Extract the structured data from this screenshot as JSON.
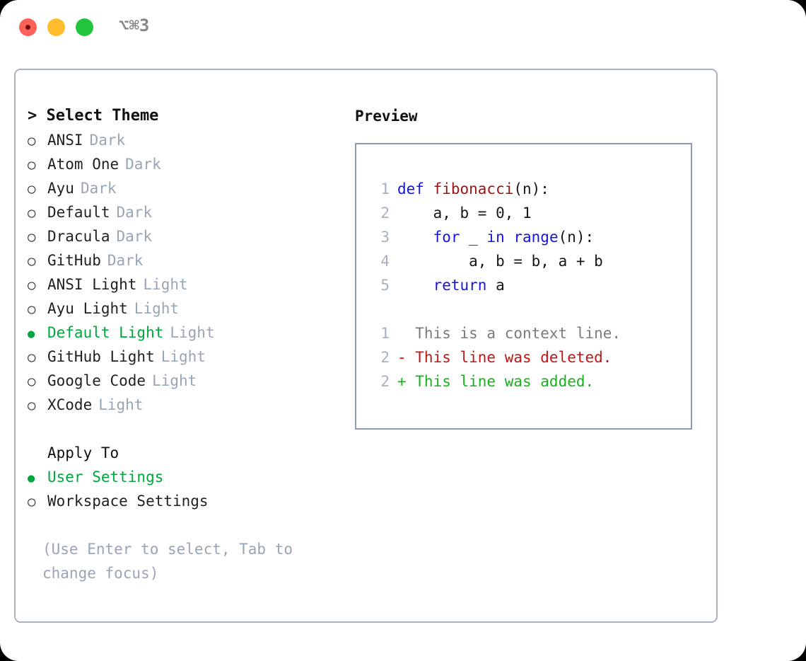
{
  "window": {
    "title": "⌥⌘3",
    "traffic_lights": [
      {
        "name": "close",
        "color": "#ff6159"
      },
      {
        "name": "minimize",
        "color": "#ffbd2e"
      },
      {
        "name": "maximize",
        "color": "#21c53b"
      }
    ]
  },
  "theme_selector": {
    "header": "> Select Theme",
    "marker_selected": "●",
    "marker_unselected": "○",
    "items": [
      {
        "label": "ANSI",
        "suffix": "Dark",
        "selected": false
      },
      {
        "label": "Atom One",
        "suffix": "Dark",
        "selected": false
      },
      {
        "label": "Ayu",
        "suffix": "Dark",
        "selected": false
      },
      {
        "label": "Default",
        "suffix": "Dark",
        "selected": false
      },
      {
        "label": "Dracula",
        "suffix": "Dark",
        "selected": false
      },
      {
        "label": "GitHub",
        "suffix": "Dark",
        "selected": false
      },
      {
        "label": "ANSI Light",
        "suffix": "Light",
        "selected": false
      },
      {
        "label": "Ayu Light",
        "suffix": "Light",
        "selected": false
      },
      {
        "label": "Default Light",
        "suffix": "Light",
        "selected": true
      },
      {
        "label": "GitHub Light",
        "suffix": "Light",
        "selected": false
      },
      {
        "label": "Google Code",
        "suffix": "Light",
        "selected": false
      },
      {
        "label": "XCode",
        "suffix": "Light",
        "selected": false
      }
    ]
  },
  "apply_to": {
    "header": "Apply To",
    "items": [
      {
        "label": "User Settings",
        "selected": true
      },
      {
        "label": "Workspace Settings",
        "selected": false
      }
    ]
  },
  "hint": "(Use Enter to select, Tab to change focus)",
  "preview": {
    "header": "Preview",
    "code_lines": [
      {
        "number": "1",
        "tokens": [
          {
            "text": "def ",
            "kind": "kw"
          },
          {
            "text": "fibonacci",
            "kind": "fn"
          },
          {
            "text": "(n):",
            "kind": "pl"
          }
        ]
      },
      {
        "number": "2",
        "tokens": [
          {
            "text": "    a, b = 0, 1",
            "kind": "pl"
          }
        ]
      },
      {
        "number": "3",
        "tokens": [
          {
            "text": "    ",
            "kind": "pl"
          },
          {
            "text": "for",
            "kind": "kw"
          },
          {
            "text": " _ ",
            "kind": "pl"
          },
          {
            "text": "in range",
            "kind": "kw"
          },
          {
            "text": "(n):",
            "kind": "pl"
          }
        ]
      },
      {
        "number": "4",
        "tokens": [
          {
            "text": "        a, b = b, a + b",
            "kind": "pl"
          }
        ]
      },
      {
        "number": "5",
        "tokens": [
          {
            "text": "    ",
            "kind": "pl"
          },
          {
            "text": "return",
            "kind": "kw"
          },
          {
            "text": " a",
            "kind": "pl"
          }
        ]
      }
    ],
    "diff_lines": [
      {
        "number": "1",
        "tokens": [
          {
            "text": "  This is a context line.",
            "kind": "ctx"
          }
        ]
      },
      {
        "number": "2",
        "tokens": [
          {
            "text": "- This line was deleted.",
            "kind": "del"
          }
        ]
      },
      {
        "number": "2",
        "tokens": [
          {
            "text": "+ This line was added.",
            "kind": "add"
          }
        ]
      }
    ]
  },
  "colors": {
    "accent_green": "#00a63e",
    "muted": "#9aa5b4",
    "keyword_blue": "#1414e0",
    "function_red": "#9e1212",
    "diff_deleted": "#c21616",
    "diff_added": "#17b31b",
    "panel_border": "#aab2c0",
    "preview_border": "#8f9aab"
  }
}
